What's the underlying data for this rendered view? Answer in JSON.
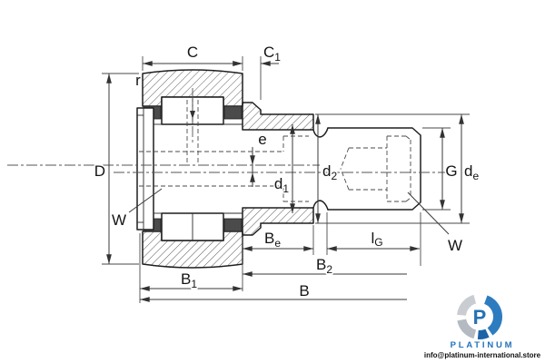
{
  "drawing": {
    "title": "cam follower bearing cross-section drawing",
    "dims": {
      "C": {
        "main": "C",
        "sub": ""
      },
      "C1": {
        "main": "C",
        "sub": "1"
      },
      "r": {
        "main": "r",
        "sub": ""
      },
      "D": {
        "main": "D",
        "sub": ""
      },
      "W_left": {
        "main": "W",
        "sub": ""
      },
      "e": {
        "main": "e",
        "sub": ""
      },
      "d1": {
        "main": "d",
        "sub": "1"
      },
      "d2": {
        "main": "d",
        "sub": "2"
      },
      "G": {
        "main": "G",
        "sub": ""
      },
      "de": {
        "main": "d",
        "sub": "e"
      },
      "W_right": {
        "main": "W",
        "sub": ""
      },
      "Be": {
        "main": "B",
        "sub": "e"
      },
      "lG": {
        "main": "l",
        "sub": "G"
      },
      "B2": {
        "main": "B",
        "sub": "2"
      },
      "B1": {
        "main": "B",
        "sub": "1"
      },
      "B": {
        "main": "B",
        "sub": ""
      }
    }
  },
  "branding": {
    "name": "PLATINUM",
    "email": "info@platinum-international.store"
  },
  "colors": {
    "line": "#1f1f1f",
    "dimension": "#3a3a3a",
    "logo_blue": "#2e7cc0",
    "logo_blue_dark": "#1d63a8",
    "logo_gray": "#c9cdd2",
    "background": "#ffffff"
  }
}
